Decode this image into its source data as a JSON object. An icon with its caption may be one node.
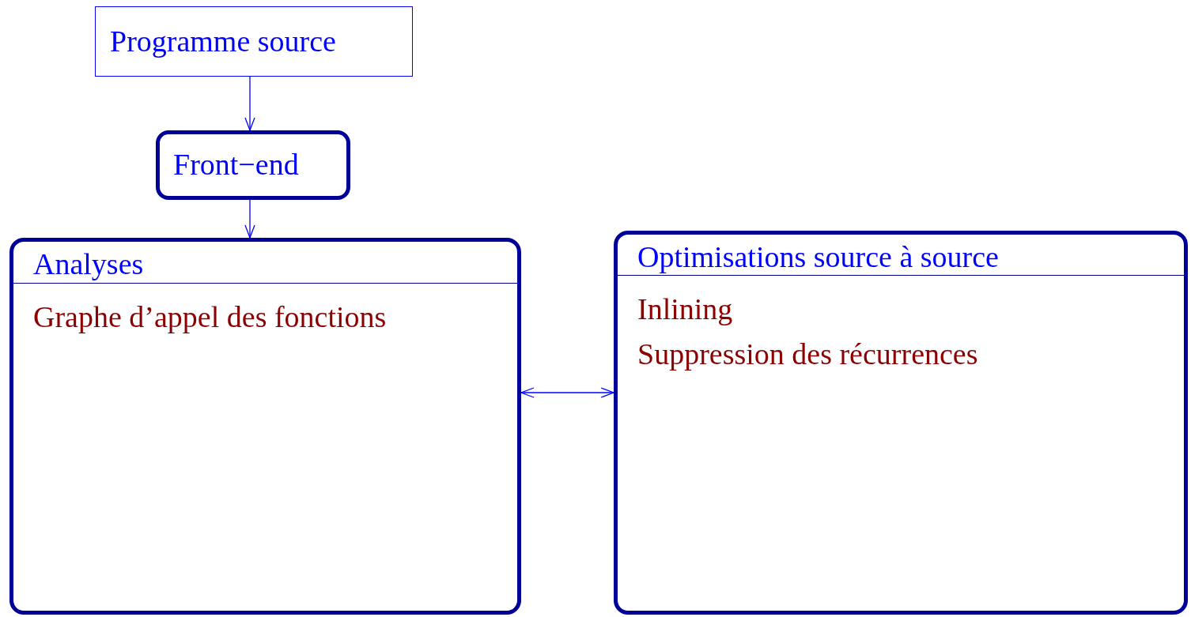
{
  "diagram": {
    "nodes": [
      {
        "text": [
          "Programme source"
        ]
      },
      {
        "text": [
          "Front−end"
        ]
      },
      {
        "text": [
          "Analyses",
          "Graphe d’appel des fonctions"
        ]
      },
      {
        "text": [
          "Optimisations source à source",
          "Inlining",
          "Suppression des récurrences"
        ]
      }
    ],
    "edges": [
      {
        "from": 0,
        "to": 1,
        "arrow": "to"
      },
      {
        "from": 1,
        "to": 2,
        "arrow": "to"
      },
      {
        "from": 2,
        "to": 3,
        "arrow": "both"
      }
    ]
  }
}
